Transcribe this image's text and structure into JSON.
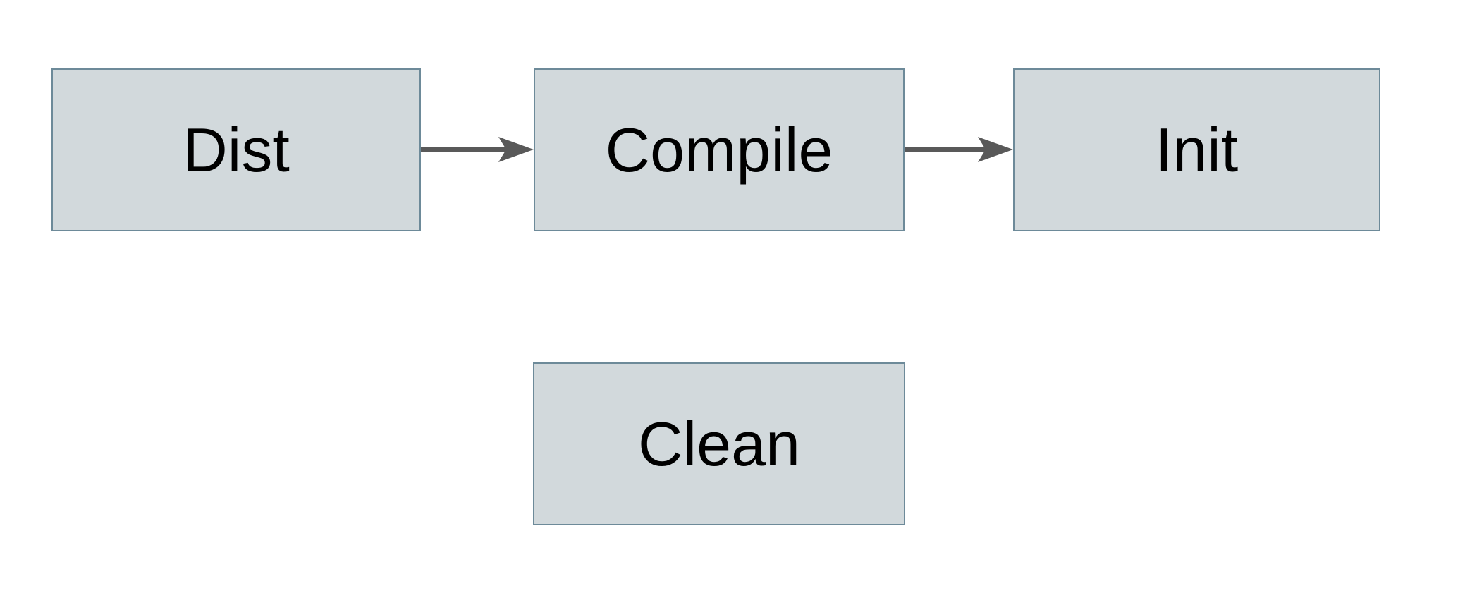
{
  "diagram": {
    "colors": {
      "background": "#ffffff",
      "node_fill": "#d2d9dc",
      "node_border": "#6d8a99",
      "arrow": "#595959",
      "text": "#000000"
    },
    "nodes": [
      {
        "label": "Dist"
      },
      {
        "label": "Compile"
      },
      {
        "label": "Init"
      },
      {
        "label": "Clean"
      }
    ],
    "edges": [
      {
        "from": "Dist",
        "to": "Compile"
      },
      {
        "from": "Compile",
        "to": "Init"
      }
    ]
  }
}
